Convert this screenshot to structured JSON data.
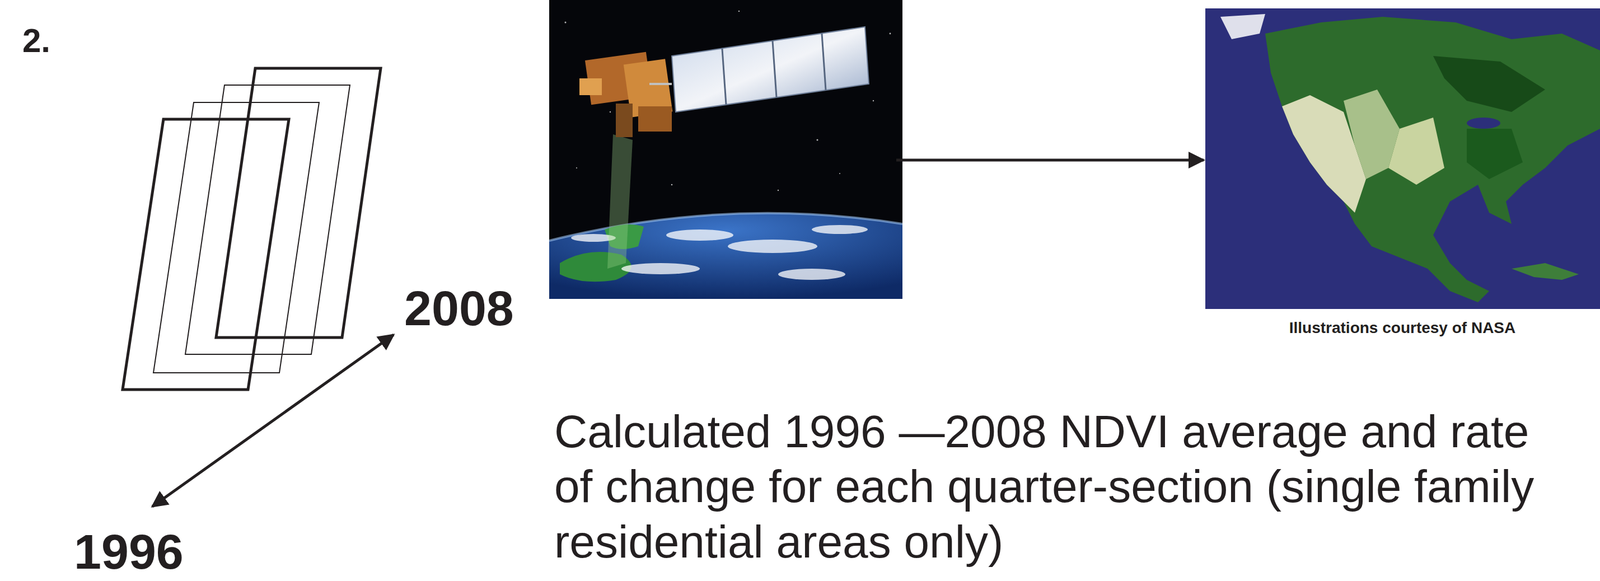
{
  "diagram": {
    "labels": [
      "2.",
      "2008",
      "1996",
      "Illustrations courtesy of NASA",
      "Calculated 1996 —2008 NDVI average and rate of change for each quarter-section (single family residential areas only)"
    ]
  }
}
